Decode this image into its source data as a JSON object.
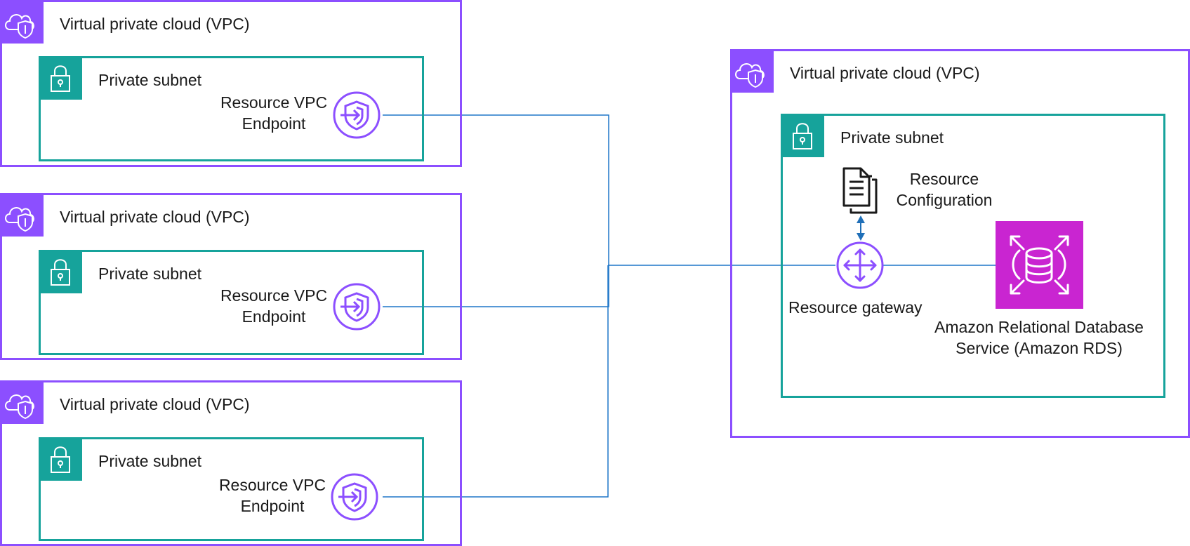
{
  "left_vpcs": [
    {
      "vpc_label": "Virtual private cloud (VPC)",
      "subnet_label": "Private subnet",
      "endpoint_label": "Resource VPC\nEndpoint"
    },
    {
      "vpc_label": "Virtual private cloud (VPC)",
      "subnet_label": "Private subnet",
      "endpoint_label": "Resource VPC\nEndpoint"
    },
    {
      "vpc_label": "Virtual private cloud (VPC)",
      "subnet_label": "Private subnet",
      "endpoint_label": "Resource VPC\nEndpoint"
    }
  ],
  "right_vpc": {
    "vpc_label": "Virtual private cloud (VPC)",
    "subnet_label": "Private subnet",
    "resource_configuration_label": "Resource\nConfiguration",
    "resource_gateway_label": "Resource gateway",
    "rds_label": "Amazon Relational Database\nService (Amazon RDS)"
  },
  "colors": {
    "vpc_border": "#8c4fff",
    "subnet_border": "#16a39b",
    "rds_tile": "#c925d1",
    "connector": "#1f77c9"
  },
  "icons": {
    "vpc": "cloud-shield-icon",
    "subnet": "padlock-icon",
    "endpoint": "shield-arrow-icon",
    "resource_configuration": "documents-icon",
    "resource_gateway": "four-way-arrows-icon",
    "rds": "database-icon"
  }
}
